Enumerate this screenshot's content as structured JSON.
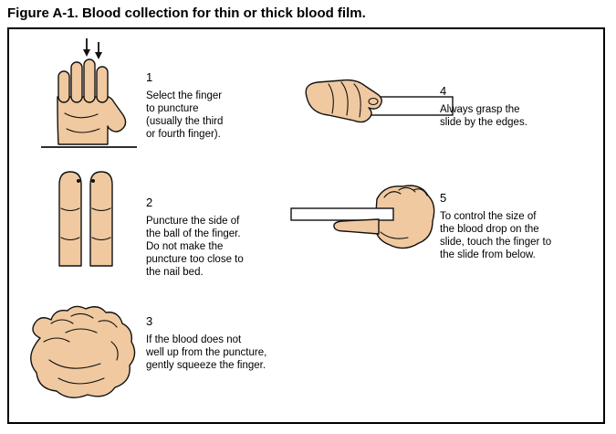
{
  "figure": {
    "title": "Figure A-1. Blood collection for thin or thick blood film.",
    "steps": [
      {
        "number": "1",
        "text": "Select the finger\nto puncture\n(usually the third\nor fourth finger)."
      },
      {
        "number": "2",
        "text": "Puncture the side of\nthe ball of the finger.\nDo not make the\npuncture too close to\nthe nail bed."
      },
      {
        "number": "3",
        "text": "If the blood does not\nwell up from the puncture,\ngently squeeze the finger."
      },
      {
        "number": "4",
        "text": "Always grasp the\nslide by the edges."
      },
      {
        "number": "5",
        "text": "To control the size of\nthe blood drop on the\nslide, touch the finger to\nthe slide from below."
      }
    ],
    "illustrations": [
      {
        "step": "1",
        "depicts": "upright hand with two arrows pointing down at the third and fourth fingers"
      },
      {
        "step": "2",
        "depicts": "two fingers with puncture dots on the side of the fingertips"
      },
      {
        "step": "3",
        "depicts": "two cupped hands gently squeezing a finger"
      },
      {
        "step": "4",
        "depicts": "hand grasping a glass slide by the edges"
      },
      {
        "step": "5",
        "depicts": "finger touching the underside of a glass slide"
      }
    ],
    "colors": {
      "skin": "#f0c9a0",
      "outline": "#111111"
    }
  }
}
